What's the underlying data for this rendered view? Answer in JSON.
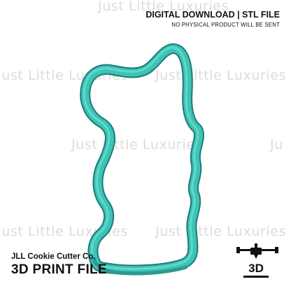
{
  "watermark": {
    "text": "Just Little Luxuries",
    "edge_fragment": "Ju"
  },
  "header": {
    "title": "DIGITAL DOWNLOAD | STL FILE",
    "subtitle": "NO PHYSICAL PRODUCT WILL BE SENT"
  },
  "product": {
    "shape": "rabbit-silhouette-cookie-cutter",
    "color": "#3cc4b4",
    "brand": "JLL Cookie Cutter Co.",
    "title": "3D PRINT FILE"
  },
  "badge": {
    "icon": "3d-printer-icon",
    "label": "3D"
  }
}
